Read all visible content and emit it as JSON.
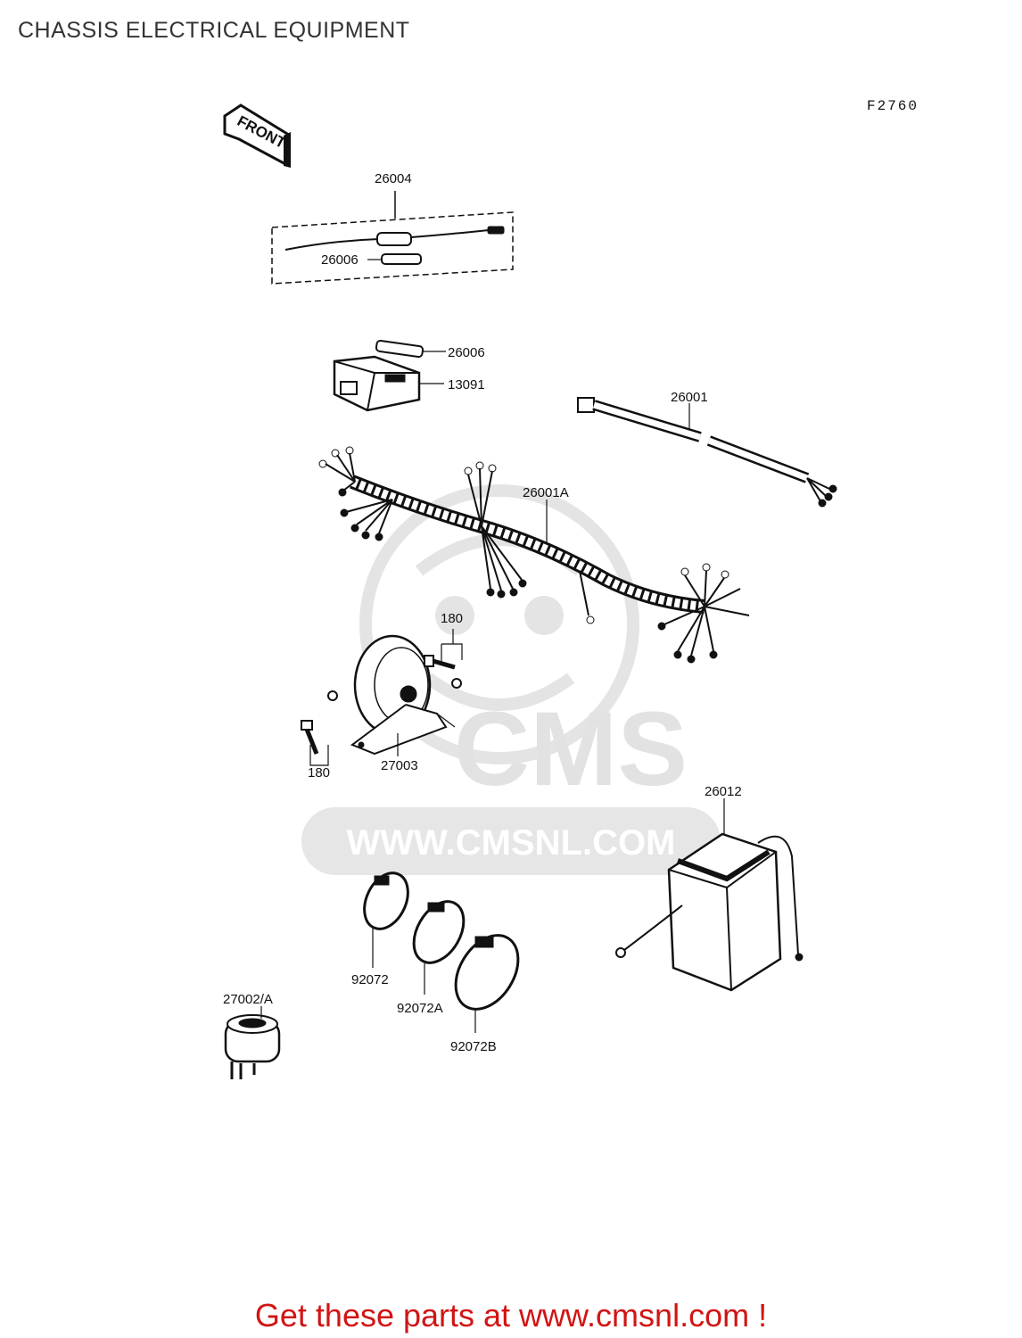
{
  "header": {
    "title": "CHASSIS ELECTRICAL EQUIPMENT"
  },
  "figure": {
    "code": "F2760"
  },
  "front_arrow": {
    "label": "FRONT"
  },
  "parts": [
    {
      "id": "26004"
    },
    {
      "id": "26006"
    },
    {
      "id": "26006"
    },
    {
      "id": "13091"
    },
    {
      "id": "26001"
    },
    {
      "id": "26001A"
    },
    {
      "id": "180"
    },
    {
      "id": "180"
    },
    {
      "id": "27003"
    },
    {
      "id": "26012"
    },
    {
      "id": "92072"
    },
    {
      "id": "92072A"
    },
    {
      "id": "92072B"
    },
    {
      "id": "27002/A"
    }
  ],
  "watermark": {
    "brand": "CMS",
    "url": "WWW.CMSNL.COM",
    "color": "#e2e2e2"
  },
  "footer": {
    "cta": "Get these parts at www.cmsnl.com !",
    "color": "#d21414"
  }
}
